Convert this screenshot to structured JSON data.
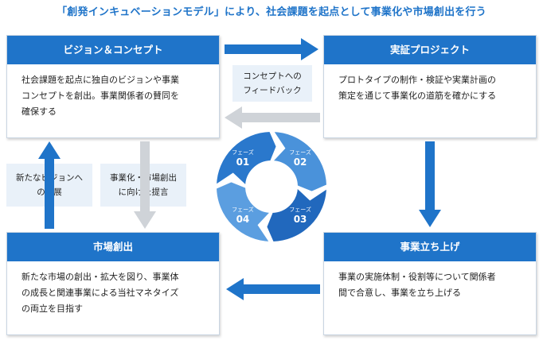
{
  "headline": "「創発インキュベーションモデル」により、社会課題を起点として事業化や市場創出を行う",
  "cards": {
    "vision": {
      "title": "ビジョン＆コンセプト",
      "lines": [
        "社会課題を起点に独自のビジョンや事業",
        "コンセプトを創出。事業関係者の賛同を",
        "確保する"
      ]
    },
    "proof": {
      "title": "実証プロジェクト",
      "lines": [
        "プロトタイプの制作・検証や実業計画の",
        "策定を通じて事業化の道筋を確かにする"
      ]
    },
    "launch": {
      "title": "事業立ち上げ",
      "lines": [
        "事業の実施体制・役割等について関係者",
        "間で合意し、事業を立ち上げる"
      ]
    },
    "market": {
      "title": "市場創出",
      "lines": [
        "新たな市場の創出・拡大を図り、事業体",
        "の成長と関連事業による当社マネタイズ",
        "の両立を目指す"
      ]
    }
  },
  "notes": {
    "feedback": [
      "コンセプトへの",
      "フィードバック"
    ],
    "new_vision": [
      "新たなビジョンへ",
      "の発展"
    ],
    "proposal": [
      "事業化・市場創出",
      "に向けた提言"
    ]
  },
  "phases": [
    {
      "label": "フェーズ",
      "num": "01"
    },
    {
      "label": "フェーズ",
      "num": "02"
    },
    {
      "label": "フェーズ",
      "num": "03"
    },
    {
      "label": "フェーズ",
      "num": "04"
    }
  ],
  "colors": {
    "primary": "#1f74c9",
    "phase1": "#2a78cc",
    "phase2": "#4a92da",
    "phase3": "#2168bd",
    "phase4": "#5b9ee0",
    "feedback_arrow": "#cfd3d8",
    "note_bg": "#e9f1f9"
  }
}
